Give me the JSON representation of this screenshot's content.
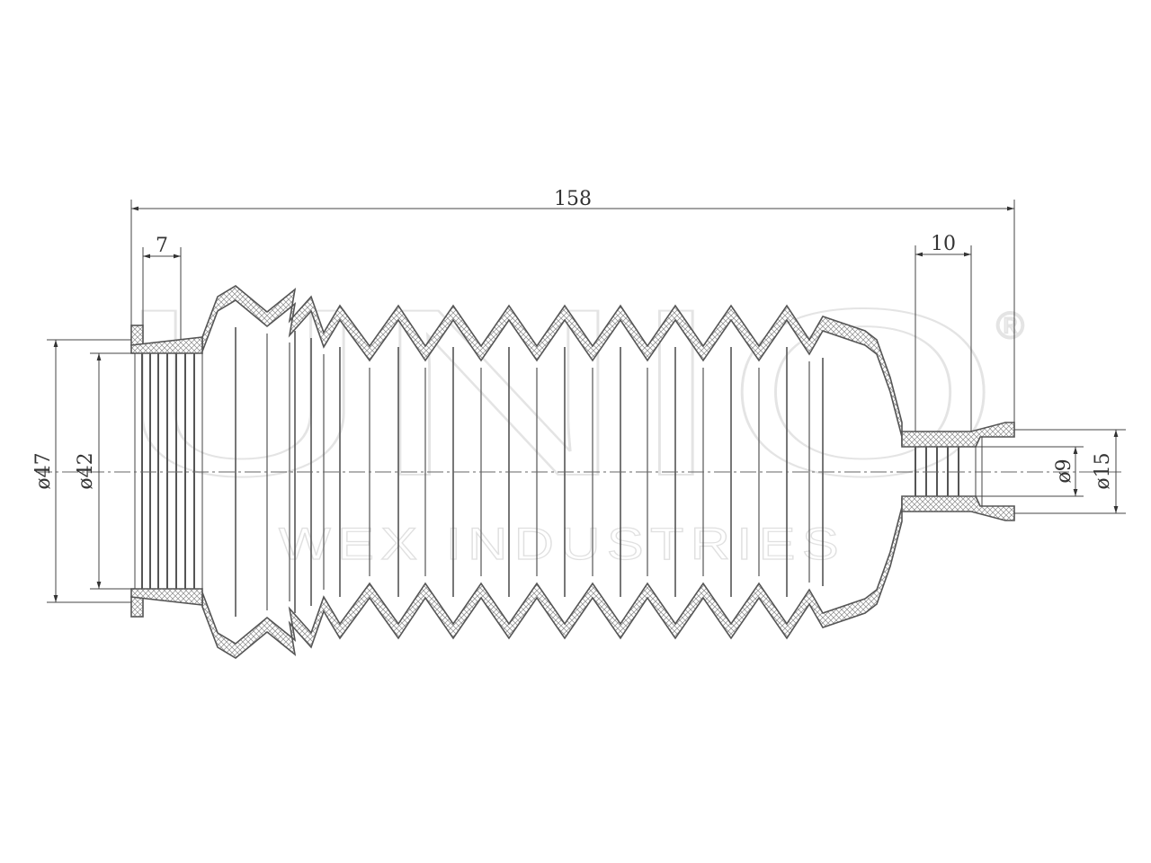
{
  "watermark": {
    "brand": "UNIO",
    "company": "WEX INDUSTRIES",
    "registered_mark": "®"
  },
  "dimensions": {
    "overall_length": "158",
    "left_collar_width": "7",
    "right_collar_width": "10",
    "left_outer_diameter": "ø47",
    "left_inner_diameter": "ø42",
    "right_inner_diameter": "ø9",
    "right_outer_diameter": "ø15"
  },
  "colors": {
    "line": "#555555",
    "watermark": "#e4e4e4"
  }
}
